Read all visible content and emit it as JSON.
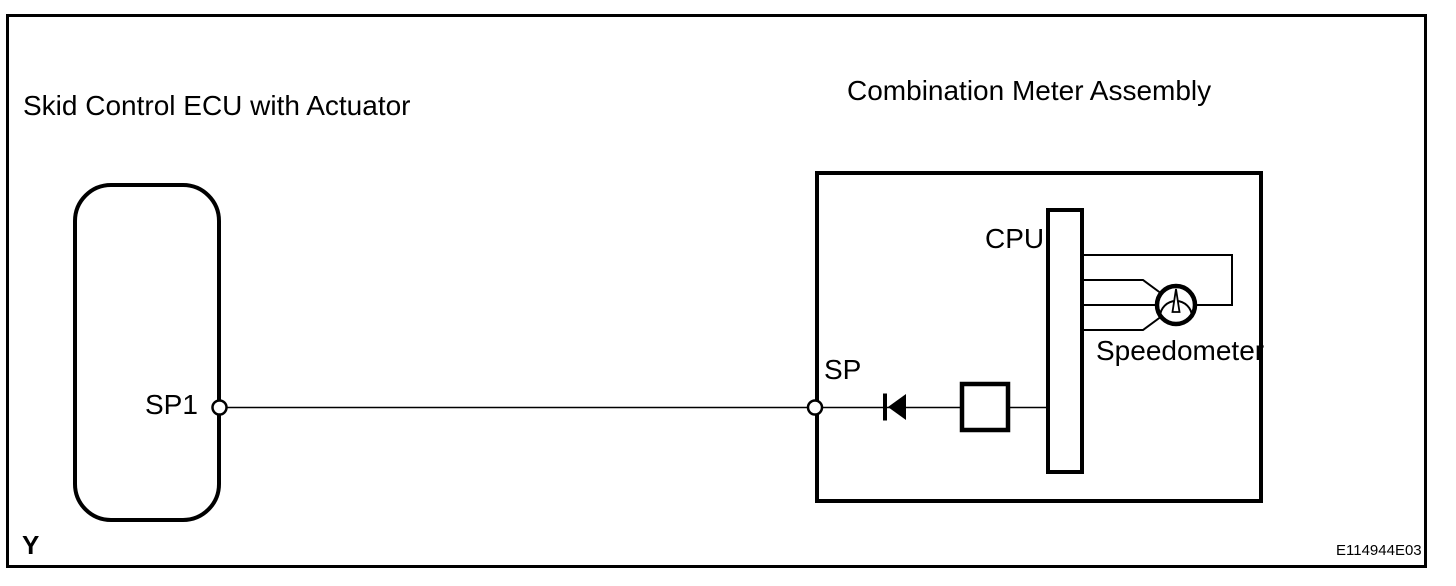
{
  "diagram": {
    "kind": "wiring-schematic",
    "colors": {
      "line": "#000000",
      "background": "#ffffff",
      "fill": "#000000"
    },
    "components": {
      "ecu": {
        "title": "Skid Control ECU with Actuator",
        "terminal": "SP1"
      },
      "meter": {
        "title": "Combination Meter Assembly",
        "terminal": "SP",
        "cpu_label": "CPU",
        "speedometer_label": "Speedometer",
        "internal_parts": [
          "diode",
          "buffer-box",
          "cpu",
          "speedometer-gauge"
        ]
      }
    },
    "connections": [
      {
        "from": "SP1 (Skid Control ECU with Actuator)",
        "to": "SP (Combination Meter Assembly)",
        "type": "signal-wire"
      },
      {
        "from": "SP",
        "to": "CPU",
        "via": [
          "diode",
          "buffer-box"
        ]
      },
      {
        "from": "CPU",
        "to": "Speedometer",
        "wires": 4
      }
    ],
    "footer": {
      "corner_mark": "Y",
      "figure_code": "E114944E03"
    }
  }
}
